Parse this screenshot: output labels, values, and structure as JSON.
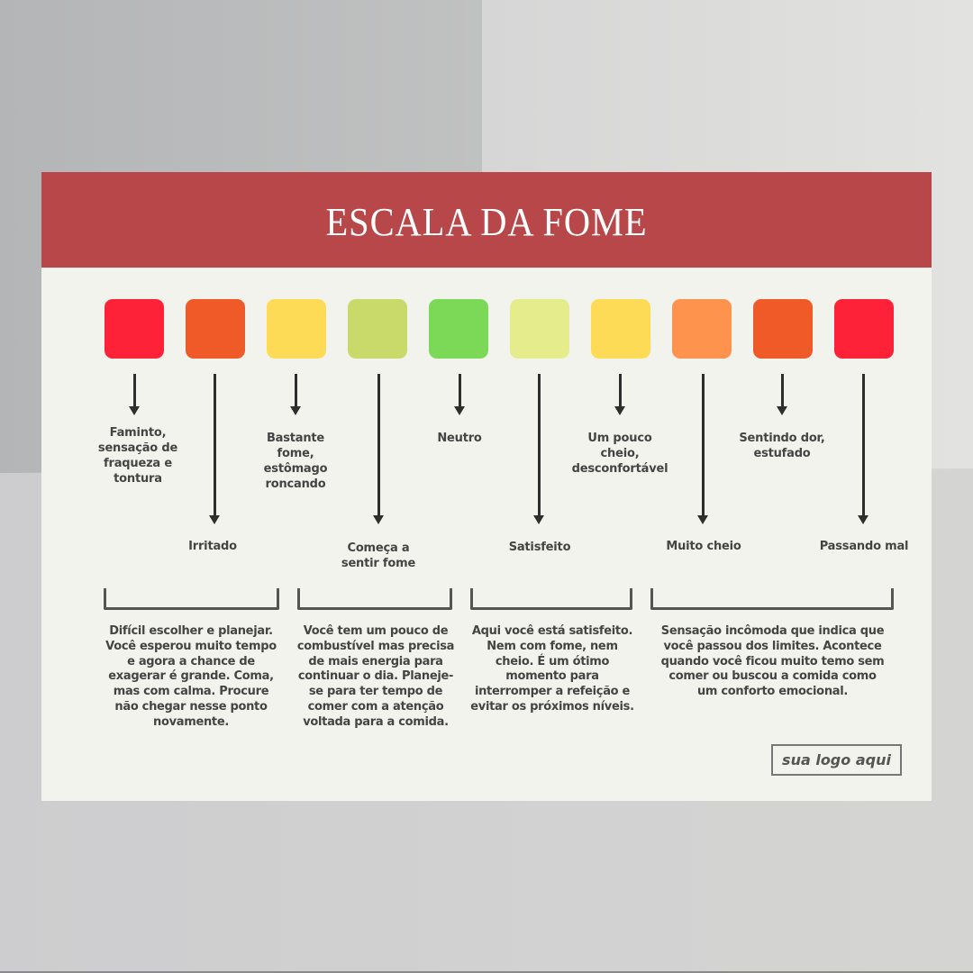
{
  "title": "ESCALA DA FOME",
  "colors": {
    "header": "#b8474a",
    "card_background": "#f3f3ee",
    "text": "#444444",
    "arrow": "#2e2e2e"
  },
  "scale": [
    {
      "level": 1,
      "color": "#fe2239",
      "label": "Faminto, sensação de fraqueza e tontura",
      "arrow": "short"
    },
    {
      "level": 2,
      "color": "#f05a28",
      "label": "Irritado",
      "arrow": "long"
    },
    {
      "level": 3,
      "color": "#fedb56",
      "label": "Bastante fome, estômago roncando",
      "arrow": "short"
    },
    {
      "level": 4,
      "color": "#c9d96a",
      "label": "Começa a sentir fome",
      "arrow": "long"
    },
    {
      "level": 5,
      "color": "#7cd957",
      "label": "Neutro",
      "arrow": "short"
    },
    {
      "level": 6,
      "color": "#e5ec8c",
      "label": "Satisfeito",
      "arrow": "long"
    },
    {
      "level": 7,
      "color": "#fedb56",
      "label": "Um pouco cheio, desconfortável",
      "arrow": "short"
    },
    {
      "level": 8,
      "color": "#fd934d",
      "label": "Muito cheio",
      "arrow": "long"
    },
    {
      "level": 9,
      "color": "#f05a28",
      "label": "Sentindo dor, estufado",
      "arrow": "short"
    },
    {
      "level": 10,
      "color": "#fe2239",
      "label": "Passando mal",
      "arrow": "long"
    }
  ],
  "groups": [
    {
      "levels": "1-2",
      "text": "Difícil escolher e planejar. Você esperou muito tempo e agora a chance de exagerar é grande. Coma, mas com calma. Procure não chegar nesse ponto novamente."
    },
    {
      "levels": "3-4",
      "text": "Você tem um pouco de combustível mas precisa de mais energia para continuar o dia. Planeje-se para ter tempo de comer com a atenção voltada para a comida."
    },
    {
      "levels": "5-6",
      "text": "Aqui você está satisfeito. Nem com fome, nem cheio. É um ótimo momento para interromper a refeição e evitar os próximos níveis."
    },
    {
      "levels": "7-10",
      "text": "Sensação incômoda que indica que você passou dos limites. Acontece quando você ficou muito temo sem comer ou buscou a comida como um conforto emocional."
    }
  ],
  "logo_placeholder": "sua logo aqui"
}
